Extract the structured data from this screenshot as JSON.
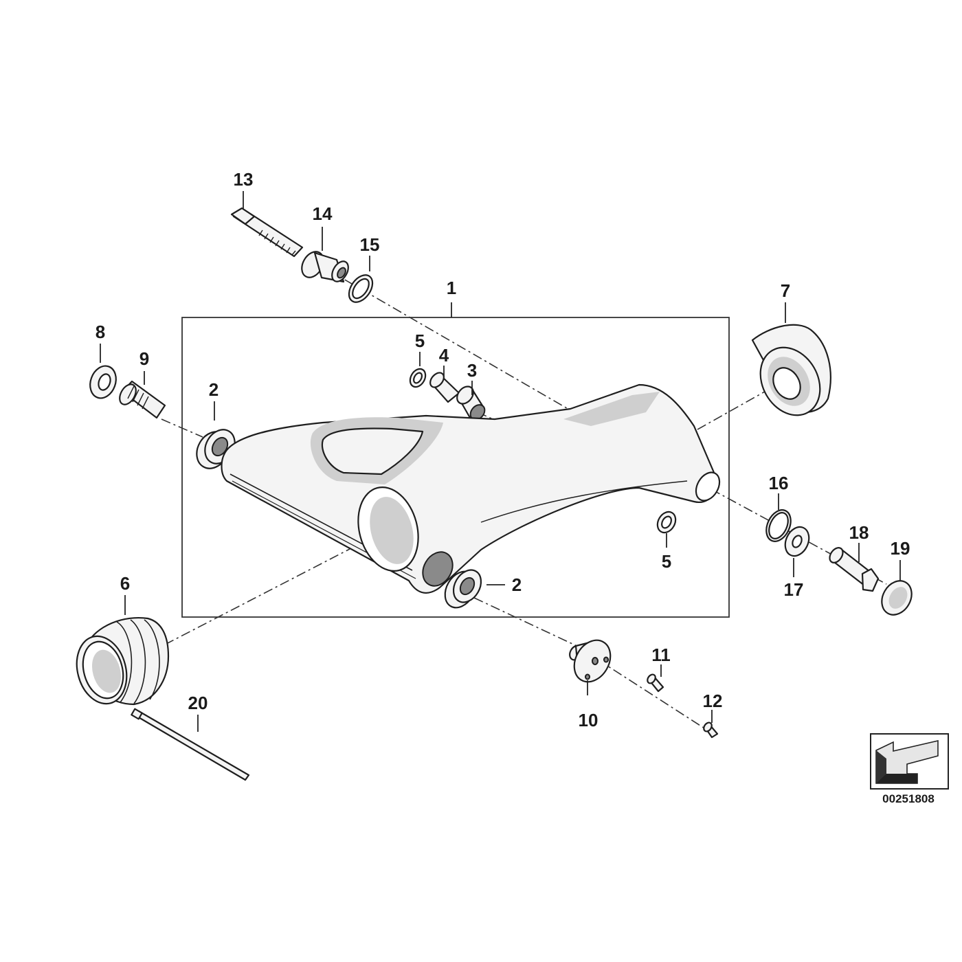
{
  "callouts": {
    "c1": "1",
    "c2a": "2",
    "c2b": "2",
    "c3": "3",
    "c4": "4",
    "c5a": "5",
    "c5b": "5",
    "c6": "6",
    "c7": "7",
    "c8": "8",
    "c9": "9",
    "c10": "10",
    "c11": "11",
    "c12": "12",
    "c13": "13",
    "c14": "14",
    "c15": "15",
    "c16": "16",
    "c17": "17",
    "c18": "18",
    "c19": "19",
    "c20": "20"
  },
  "figure_id": "00251808",
  "icons": {
    "orientation": "direction-arrow-icon"
  }
}
